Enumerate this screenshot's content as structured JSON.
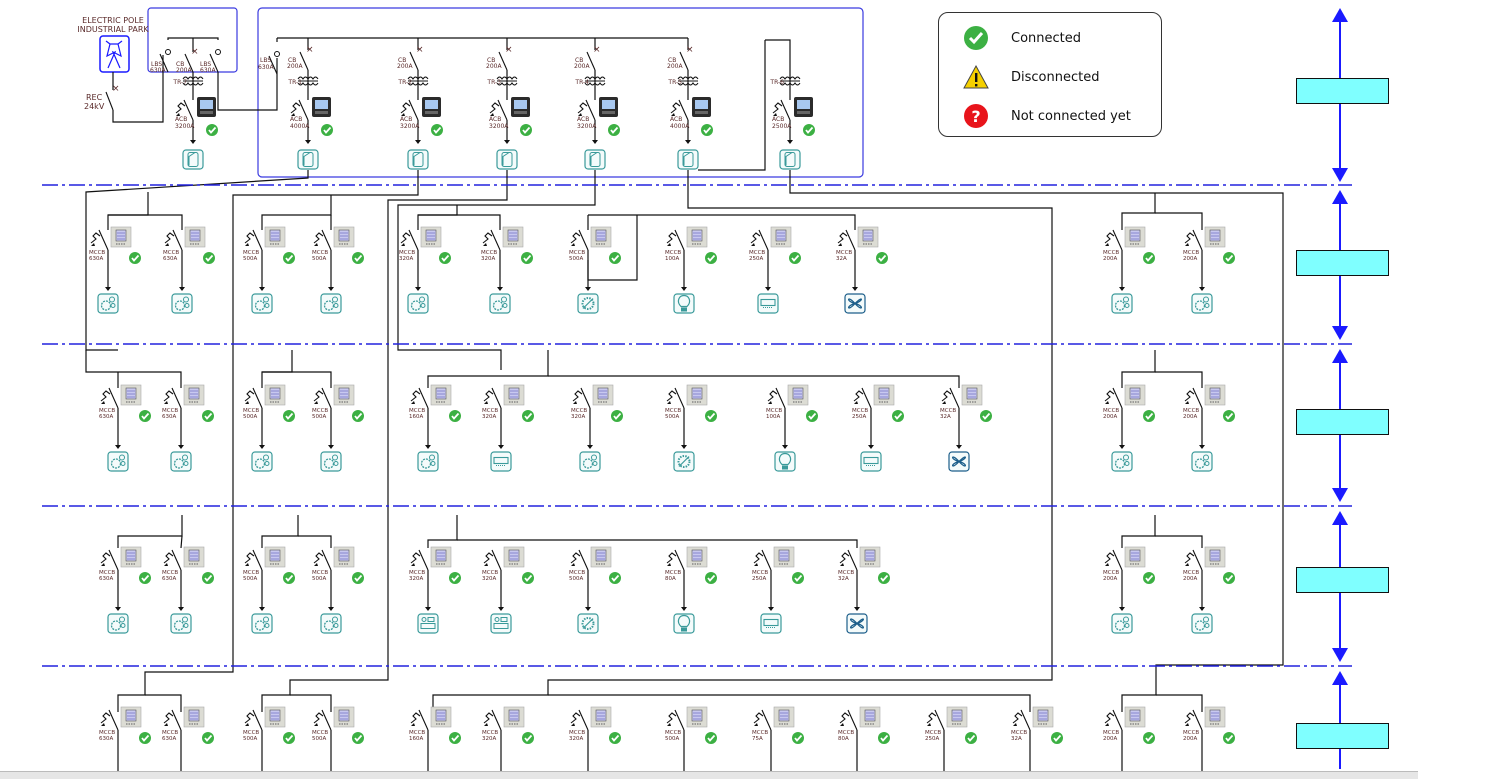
{
  "source": {
    "title_line1": "ELECTRIC POLE",
    "title_line2": "INDUSTRIAL PARK",
    "rec_label": "REC",
    "rec_voltage": "24kV"
  },
  "ring_unit": {
    "lbs1": "LBS",
    "lbs1_rating": "630A",
    "cb": "CB",
    "cb_rating": "200A",
    "lbs2": "LBS",
    "lbs2_rating": "630A"
  },
  "main_lbs": {
    "label": "LBS",
    "rating": "630A"
  },
  "transformers": [
    {
      "name": "TR-7",
      "cb": "",
      "acb": "ACB",
      "acb_rating": "3200A",
      "status": "connected"
    },
    {
      "name": "TR-1",
      "cb": "CB 200A",
      "acb": "ACB",
      "acb_rating": "4000A",
      "status": "connected"
    },
    {
      "name": "TR-2",
      "cb": "CB 200A",
      "acb": "ACB",
      "acb_rating": "3200A",
      "status": "connected"
    },
    {
      "name": "TR-3",
      "cb": "CB 200A",
      "acb": "ACB",
      "acb_rating": "3200A",
      "status": "connected"
    },
    {
      "name": "TR-4",
      "cb": "CB 200A",
      "acb": "ACB",
      "acb_rating": "3200A",
      "status": "connected"
    },
    {
      "name": "TR-5",
      "cb": "CB 200A",
      "acb": "ACB",
      "acb_rating": "4000A",
      "status": "connected"
    },
    {
      "name": "TR-6",
      "cb": "",
      "acb": "ACB",
      "acb_rating": "2500A",
      "status": "connected"
    }
  ],
  "legend": {
    "items": [
      {
        "label": "Connected",
        "icon": "check-icon",
        "color": "#3cb043"
      },
      {
        "label": "Disconnected",
        "icon": "warning-icon",
        "color": "#f5d000"
      },
      {
        "label": "Not connected yet",
        "icon": "question-icon",
        "color": "#e8141b"
      }
    ]
  },
  "breaker_type": "MCCB",
  "floors": [
    {
      "feeders": [
        {
          "rating": "630A",
          "load": "machine"
        },
        {
          "rating": "630A",
          "load": "machine"
        },
        {
          "rating": "500A",
          "load": "machine"
        },
        {
          "rating": "500A",
          "load": "machine"
        },
        {
          "rating": "320A",
          "load": "machine"
        },
        {
          "rating": "320A",
          "load": "machine"
        },
        {
          "rating": "500A",
          "load": "settings"
        },
        {
          "rating": "100A",
          "load": "lighting"
        },
        {
          "rating": "250A",
          "load": "air-conditioner"
        },
        {
          "rating": "32A",
          "load": "fan"
        },
        {
          "rating": "200A",
          "load": "machine"
        },
        {
          "rating": "200A",
          "load": "machine"
        }
      ]
    },
    {
      "feeders": [
        {
          "rating": "630A",
          "load": "machine"
        },
        {
          "rating": "630A",
          "load": "machine"
        },
        {
          "rating": "500A",
          "load": "machine"
        },
        {
          "rating": "500A",
          "load": "machine"
        },
        {
          "rating": "160A",
          "load": "machine"
        },
        {
          "rating": "320A",
          "load": "air-conditioner"
        },
        {
          "rating": "320A",
          "load": "machine"
        },
        {
          "rating": "500A",
          "load": "settings"
        },
        {
          "rating": "100A",
          "load": "lighting"
        },
        {
          "rating": "250A",
          "load": "air-conditioner"
        },
        {
          "rating": "32A",
          "load": "fan"
        },
        {
          "rating": "200A",
          "load": "machine"
        },
        {
          "rating": "200A",
          "load": "machine"
        }
      ]
    },
    {
      "feeders": [
        {
          "rating": "630A",
          "load": "machine"
        },
        {
          "rating": "630A",
          "load": "machine"
        },
        {
          "rating": "500A",
          "load": "machine"
        },
        {
          "rating": "500A",
          "load": "machine"
        },
        {
          "rating": "320A",
          "load": "office"
        },
        {
          "rating": "320A",
          "load": "office"
        },
        {
          "rating": "500A",
          "load": "settings"
        },
        {
          "rating": "80A",
          "load": "lighting"
        },
        {
          "rating": "250A",
          "load": "air-conditioner"
        },
        {
          "rating": "32A",
          "load": "fan"
        },
        {
          "rating": "200A",
          "load": "machine"
        },
        {
          "rating": "200A",
          "load": "machine"
        }
      ]
    },
    {
      "feeders": [
        {
          "rating": "630A",
          "load": ""
        },
        {
          "rating": "630A",
          "load": ""
        },
        {
          "rating": "500A",
          "load": ""
        },
        {
          "rating": "500A",
          "load": ""
        },
        {
          "rating": "160A",
          "load": ""
        },
        {
          "rating": "320A",
          "load": ""
        },
        {
          "rating": "320A",
          "load": ""
        },
        {
          "rating": "500A",
          "load": ""
        },
        {
          "rating": "75A",
          "load": ""
        },
        {
          "rating": "80A",
          "load": ""
        },
        {
          "rating": "250A",
          "load": ""
        },
        {
          "rating": "32A",
          "load": ""
        },
        {
          "rating": "200A",
          "load": ""
        },
        {
          "rating": "200A",
          "load": ""
        }
      ]
    }
  ],
  "colors": {
    "wire": "#111111",
    "zone": "#3a3ae0",
    "floor_line": "#2222dd",
    "label": "#5a2a2a",
    "load_icon": "#3a9a9a",
    "cyan_box": "#7fffff"
  }
}
